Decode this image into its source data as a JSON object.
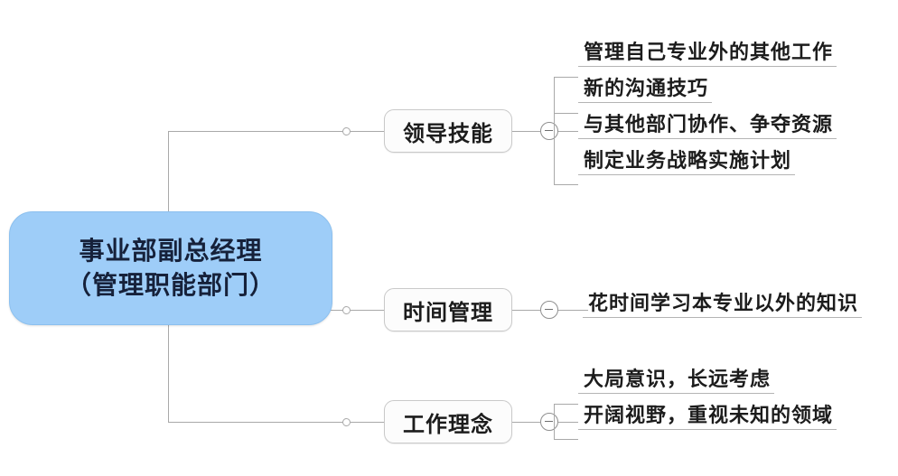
{
  "diagram": {
    "type": "mind-map",
    "orientation": "left-to-right",
    "colors": {
      "root_fill": "#9ECDF8",
      "root_border": "#8CC0EF",
      "root_text": "#16213A",
      "branch_fill": "#FCFCFC",
      "branch_border": "#C9C9C9",
      "connector": "#A9A9A9",
      "text": "#1C1C1C",
      "background": "#FFFFFF"
    },
    "root": {
      "line1": "事业部副总经理",
      "line2": "（管理职能部门）"
    },
    "branches": [
      {
        "label": "领导技能",
        "toggle": "minus",
        "leaves": [
          "管理自己专业外的其他工作",
          "新的沟通技巧",
          "与其他部门协作、争夺资源",
          "制定业务战略实施计划"
        ]
      },
      {
        "label": "时间管理",
        "toggle": "minus",
        "leaves": [
          "花时间学习本专业以外的知识"
        ]
      },
      {
        "label": "工作理念",
        "toggle": "minus",
        "leaves": [
          "大局意识，长远考虑",
          "开阔视野，重视未知的领域"
        ]
      }
    ]
  }
}
